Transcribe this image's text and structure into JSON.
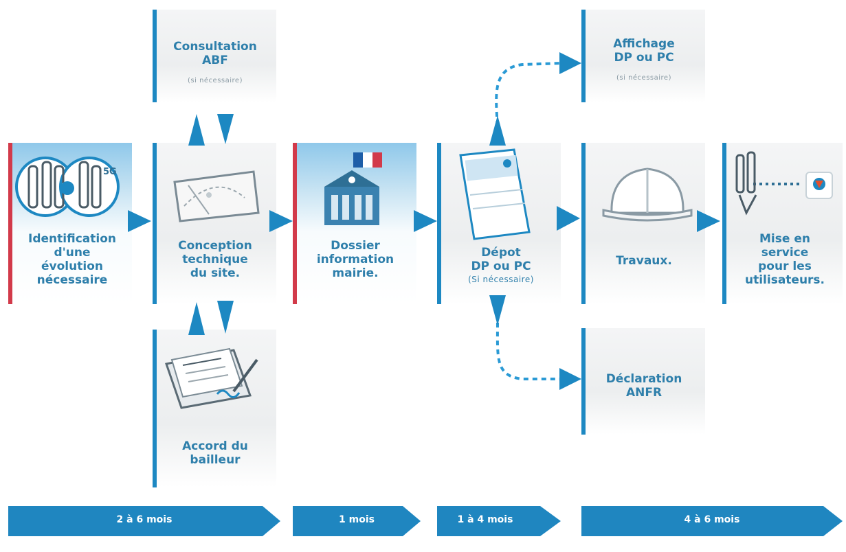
{
  "steps": {
    "identification": {
      "label_lines": [
        "Identification",
        "d'une",
        "évolution",
        "nécessaire"
      ]
    },
    "conception": {
      "label_lines": [
        "Conception",
        "technique",
        "du site."
      ]
    },
    "consultation": {
      "label_lines": [
        "Consultation",
        "ABF"
      ],
      "note": "(si nécessaire)"
    },
    "accord": {
      "label_lines": [
        "Accord du",
        "bailleur"
      ]
    },
    "dossier": {
      "label_lines": [
        "Dossier",
        "information",
        "mairie."
      ]
    },
    "depot": {
      "label_lines": [
        "Dépot",
        "DP ou PC"
      ],
      "note": "(Si nécessaire)"
    },
    "affichage": {
      "label_lines": [
        "Affichage",
        "DP ou PC"
      ],
      "note": "(si nécessaire)"
    },
    "declaration": {
      "label_lines": [
        "Déclaration",
        "ANFR"
      ]
    },
    "travaux": {
      "label_lines": [
        "Travaux."
      ]
    },
    "mise_en_service": {
      "label_lines": [
        "Mise en",
        "service",
        "pour les",
        "utilisateurs."
      ]
    }
  },
  "durations": [
    "2 à 6 mois",
    "1 mois",
    "1 à 4 mois",
    "4 à 6 mois"
  ],
  "badge_5g": "5G",
  "colors": {
    "accent": "#1d88c2",
    "dark_accent": "#1a6ea8",
    "text": "#2e7fab",
    "red": "#d23a4a"
  },
  "icons": [
    "antenna-icon",
    "plan-icon",
    "town-hall-icon",
    "french-flag-icon",
    "form-icon",
    "contract-icon",
    "hard-hat-icon",
    "operator-logo-icon"
  ]
}
